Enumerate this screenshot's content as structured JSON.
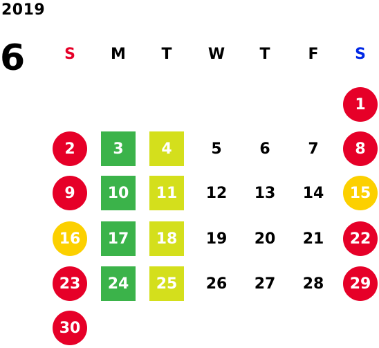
{
  "calendar": {
    "year": "2019",
    "month": "6",
    "weekdays": [
      {
        "label": "S",
        "color": "#e60028"
      },
      {
        "label": "M",
        "color": "#000000"
      },
      {
        "label": "T",
        "color": "#000000"
      },
      {
        "label": "W",
        "color": "#000000"
      },
      {
        "label": "T",
        "color": "#000000"
      },
      {
        "label": "F",
        "color": "#000000"
      },
      {
        "label": "S",
        "color": "#0028e6"
      }
    ],
    "legend_colors": {
      "holiday": "#e60028",
      "special": "#fcd000",
      "green": "#3bb34a",
      "lime": "#d4df1c"
    },
    "weeks": [
      [
        null,
        null,
        null,
        null,
        null,
        null,
        {
          "day": "1",
          "type": "holiday"
        }
      ],
      [
        {
          "day": "2",
          "type": "holiday"
        },
        {
          "day": "3",
          "type": "green"
        },
        {
          "day": "4",
          "type": "lime"
        },
        {
          "day": "5",
          "type": "plain"
        },
        {
          "day": "6",
          "type": "plain"
        },
        {
          "day": "7",
          "type": "plain"
        },
        {
          "day": "8",
          "type": "holiday"
        }
      ],
      [
        {
          "day": "9",
          "type": "holiday"
        },
        {
          "day": "10",
          "type": "green"
        },
        {
          "day": "11",
          "type": "lime"
        },
        {
          "day": "12",
          "type": "plain"
        },
        {
          "day": "13",
          "type": "plain"
        },
        {
          "day": "14",
          "type": "plain"
        },
        {
          "day": "15",
          "type": "special"
        }
      ],
      [
        {
          "day": "16",
          "type": "special"
        },
        {
          "day": "17",
          "type": "green"
        },
        {
          "day": "18",
          "type": "lime"
        },
        {
          "day": "19",
          "type": "plain"
        },
        {
          "day": "20",
          "type": "plain"
        },
        {
          "day": "21",
          "type": "plain"
        },
        {
          "day": "22",
          "type": "holiday"
        }
      ],
      [
        {
          "day": "23",
          "type": "holiday"
        },
        {
          "day": "24",
          "type": "green"
        },
        {
          "day": "25",
          "type": "lime"
        },
        {
          "day": "26",
          "type": "plain"
        },
        {
          "day": "27",
          "type": "plain"
        },
        {
          "day": "28",
          "type": "plain"
        },
        {
          "day": "29",
          "type": "holiday"
        }
      ],
      [
        {
          "day": "30",
          "type": "holiday"
        },
        null,
        null,
        null,
        null,
        null,
        null
      ]
    ]
  }
}
